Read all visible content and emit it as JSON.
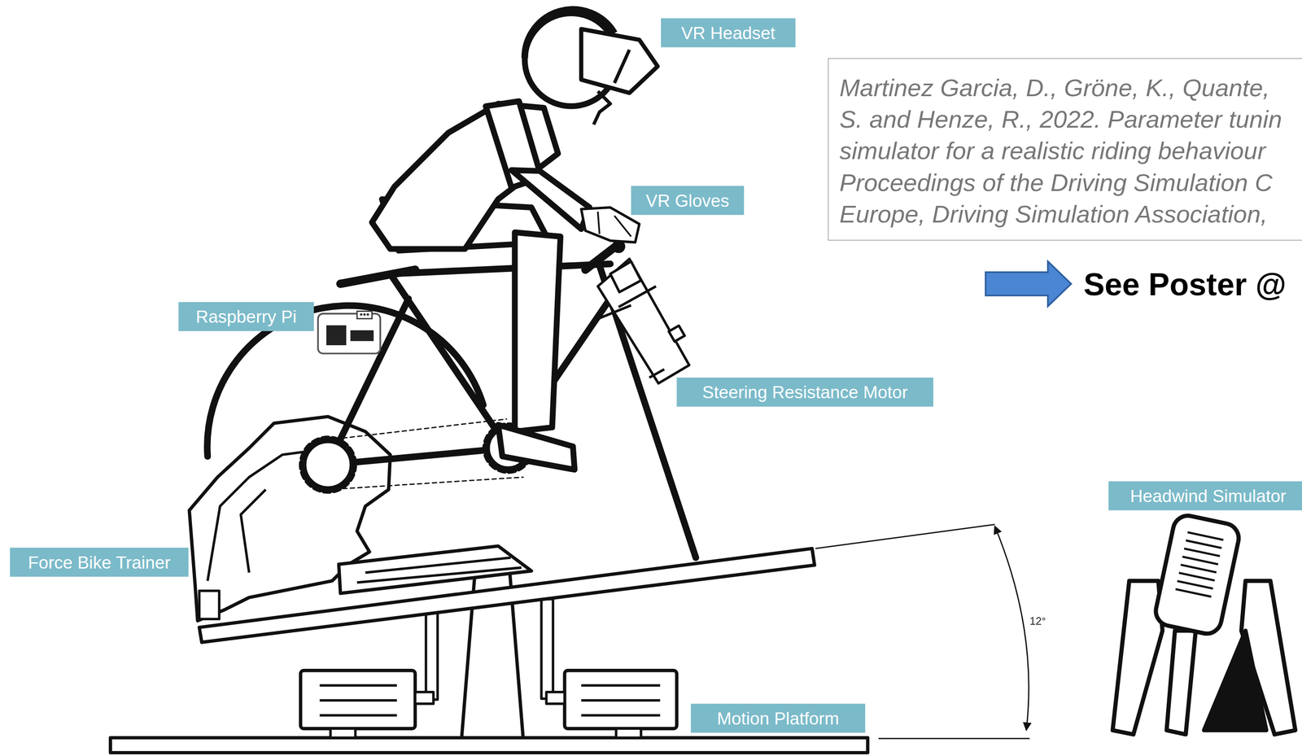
{
  "diagram": {
    "nodes": [
      {
        "text": [
          "VR Headset"
        ]
      },
      {
        "text": [
          "Martinez Garcia, D., Gröne, K., Quante, S. and Henze, R., 2022. Parameter tunin simulator for a realistic riding behaviour Proceedings of the Driving Simulation C Europe, Driving Simulation Association,"
        ]
      },
      {
        "text": [
          "VR Gloves"
        ]
      },
      {
        "text": [
          "Raspberry Pi"
        ]
      },
      {
        "text": [
          "Steering Resistance Motor"
        ]
      },
      {
        "text": [
          "Headwind Simulator"
        ]
      },
      {
        "text": [
          "Force Bike Trainer"
        ]
      },
      {
        "text": [
          "Motion Platform"
        ]
      }
    ],
    "labels": [
      "See Poster @",
      "12°"
    ]
  }
}
